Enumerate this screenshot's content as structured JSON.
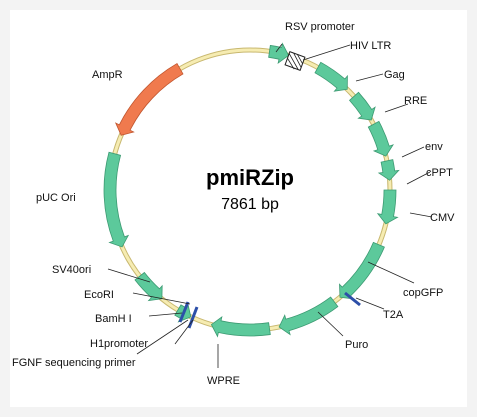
{
  "plasmid": {
    "name": "pmiRZip",
    "size": "7861 bp"
  },
  "labels": {
    "rsv_promoter": "RSV promoter",
    "hiv_ltr": "HIV LTR",
    "gag": "Gag",
    "rre": "RRE",
    "env": "env",
    "cppt": "cPPT",
    "cmv": "CMV",
    "copgfp": "copGFP",
    "t2a": "T2A",
    "puro": "Puro",
    "wpre": "WPRE",
    "fgnf_primer": "FGNF sequencing primer",
    "h1_promoter": "H1promoter",
    "bamhi": "BamH I",
    "ecori": "EcoRI",
    "sv40_ori": "SV40ori",
    "puc_ori": "pUC Ori",
    "ampr": "AmpR"
  },
  "colors": {
    "backbone": "#f2e6a0",
    "backbone_edge": "#c8b870",
    "feature_green": "#5cc99b",
    "feature_green_edge": "#3c9a72",
    "ampr_orange": "#f07a4e",
    "ampr_edge": "#c0552e",
    "site_blue": "#2c4fa8",
    "frame_bg": "#f3f3f3"
  }
}
